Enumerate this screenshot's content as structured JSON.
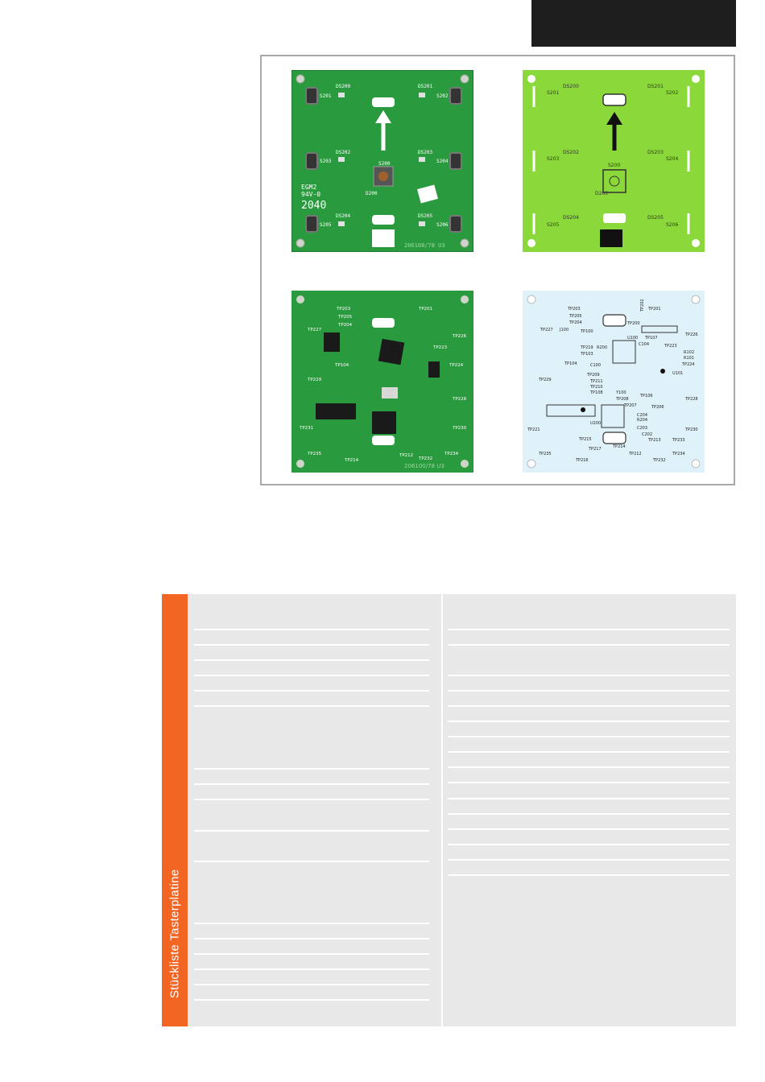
{
  "sidebar_label": "Stückliste Tasterplatine",
  "pcb_views": [
    {
      "id": "top-photo",
      "silk": [
        "S201",
        "DS200",
        "DS201",
        "S202",
        "S203",
        "DS202",
        "DS203",
        "S204",
        "S200",
        "D200",
        "S205",
        "DS204",
        "DS205",
        "S206",
        "EGM2",
        "94V-0",
        "2040",
        "206100/78 U3"
      ]
    },
    {
      "id": "top-layout",
      "silk": [
        "S201",
        "DS200",
        "DS201",
        "S202",
        "S203",
        "DS202",
        "DS203",
        "S204",
        "S200",
        "D200",
        "S205",
        "DS204",
        "DS205",
        "S206"
      ]
    },
    {
      "id": "bottom-photo",
      "silk": [
        "TP203",
        "TP201",
        "TP205",
        "TP204",
        "TP227",
        "TP226",
        "TP223",
        "TP224",
        "TP104",
        "TP229",
        "TP228",
        "TP231",
        "TP230",
        "TP235",
        "TP234",
        "TP214",
        "TP212",
        "TP232",
        "206100/78 U3"
      ]
    },
    {
      "id": "bottom-layout",
      "silk": [
        "TP203",
        "TP202",
        "TP201",
        "TP205",
        "TP204",
        "TP200",
        "TP227",
        "J100",
        "TP100",
        "U100",
        "TP107",
        "TP226",
        "TP219",
        "R200",
        "TP103",
        "C104",
        "TP223",
        "R102",
        "R101",
        "TP224",
        "TP104",
        "C100",
        "U101",
        "TP229",
        "TP209",
        "TP211",
        "TP210",
        "TP108",
        "Y100",
        "TP208",
        "TP106",
        "TP228",
        "TP207",
        "TP206",
        "C204",
        "R204",
        "TP221",
        "U200",
        "C203",
        "TP230",
        "C202",
        "TP215",
        "TP214",
        "TP213",
        "TP233",
        "TP217",
        "TP212",
        "TP235",
        "TP216",
        "TP232",
        "TP234"
      ]
    }
  ],
  "bom": {
    "left_rule_rows": [
      43,
      62,
      81,
      100,
      119,
      138,
      216,
      235,
      254,
      293,
      331,
      408,
      427,
      446,
      465,
      484,
      503
    ],
    "right_rule_rows": [
      43,
      62,
      100,
      119,
      138,
      157,
      176,
      195,
      214,
      233,
      253,
      272,
      291,
      310,
      329,
      348
    ]
  }
}
